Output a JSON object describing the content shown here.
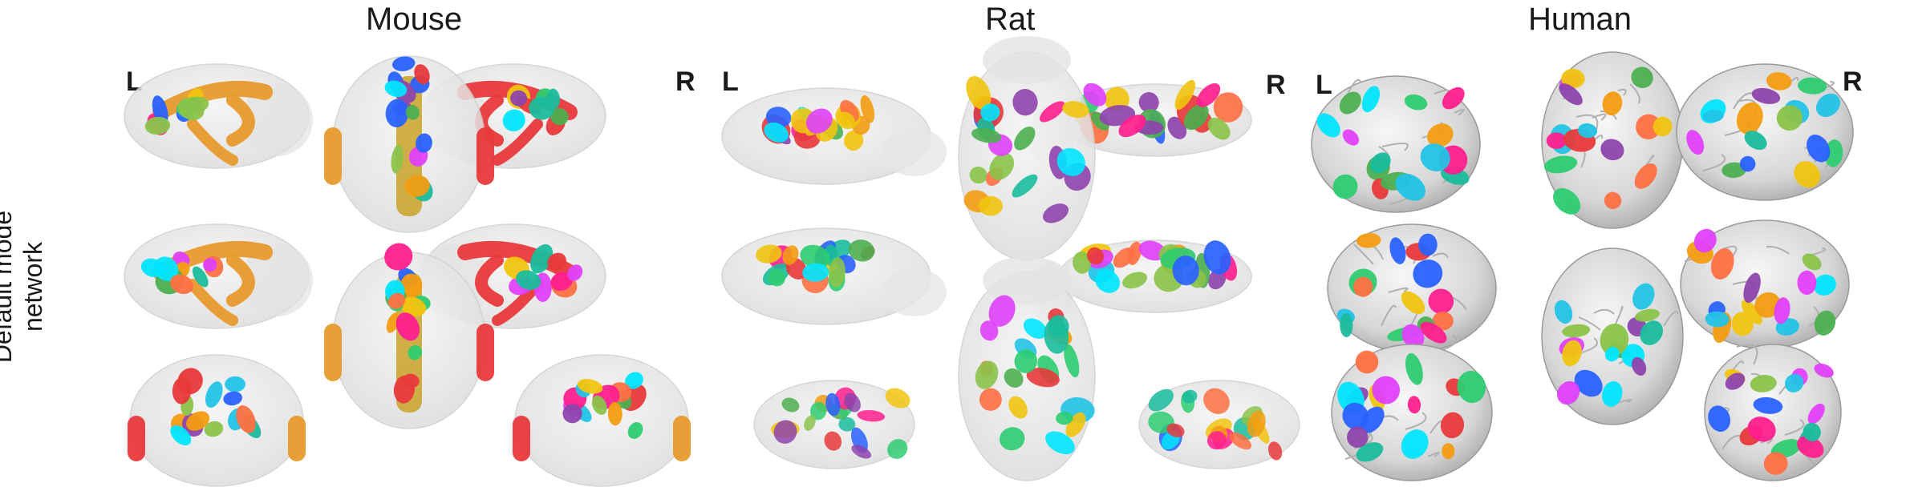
{
  "species": [
    "Mouse",
    "Rat",
    "Human"
  ],
  "hemisphere_labels": {
    "left": "L",
    "right": "R"
  },
  "row_label": {
    "line1": "Default mode",
    "line2": "network"
  },
  "palette": [
    "#e8393b",
    "#f39c12",
    "#f1c40f",
    "#8bc34a",
    "#2ecc71",
    "#1abc9c",
    "#22c3e6",
    "#2962ff",
    "#8e44ad",
    "#e040fb",
    "#ff1f8e",
    "#ff7043",
    "#4caf50",
    "#00e5ff"
  ]
}
